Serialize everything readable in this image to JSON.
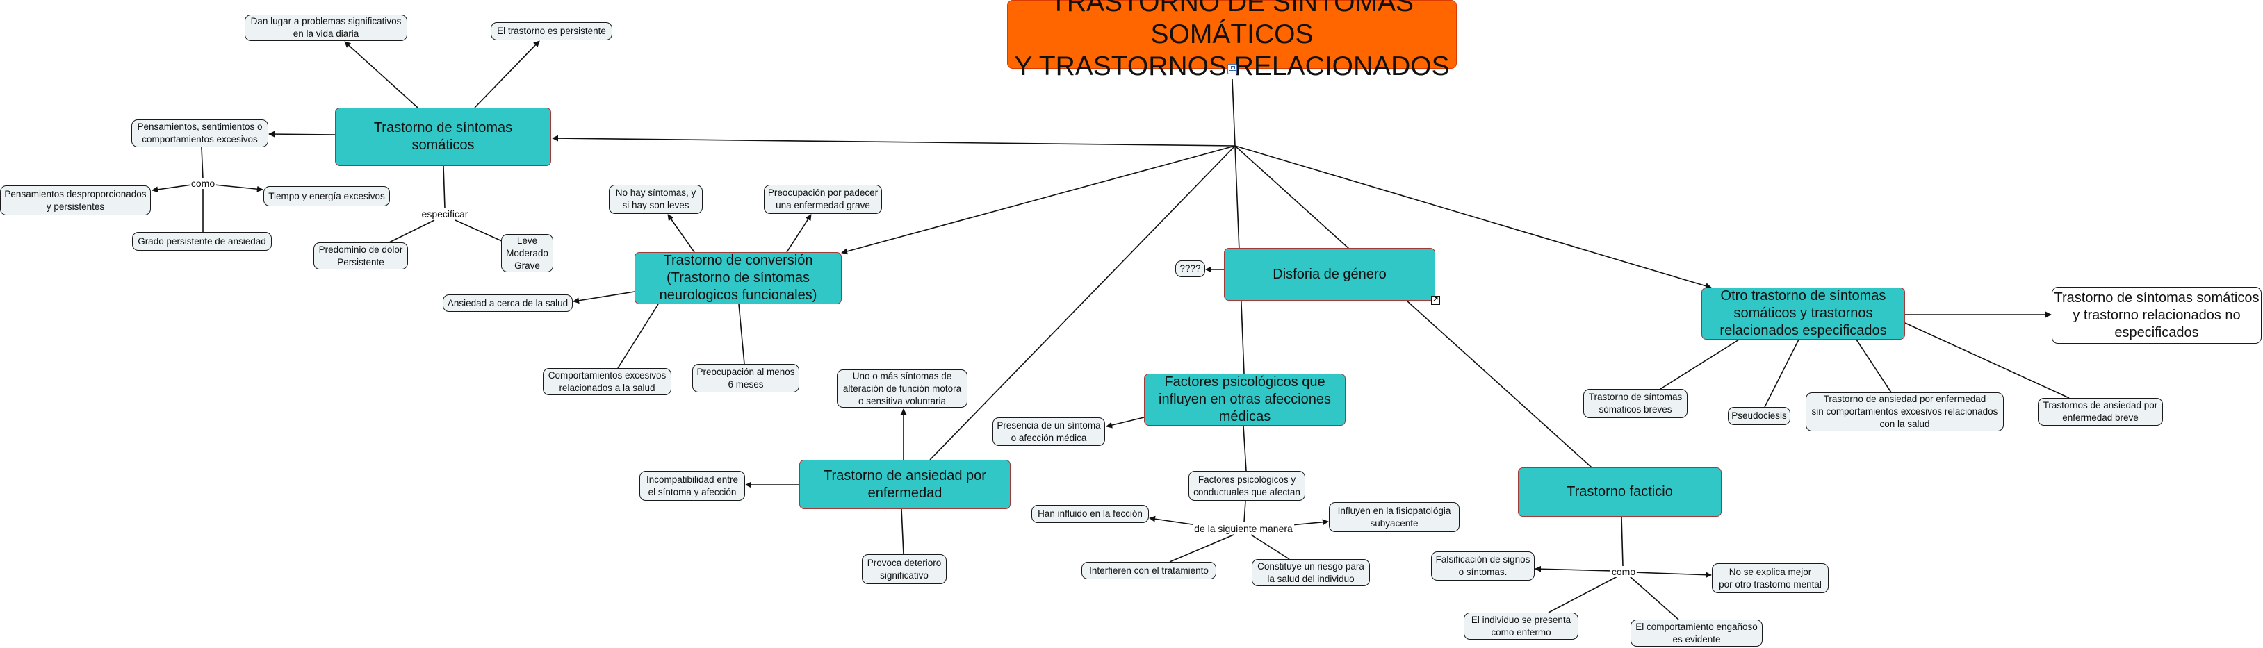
{
  "title": "TRASTORNO DE SINTOMAS SOMÁTICOS\nY TRASTORNOS RELACIONADOS",
  "link_labels": {
    "como_1": "como",
    "especificar": "especificar",
    "de_la_siguiente_manera": "de la siguiente manera",
    "como_2": "como"
  },
  "nodes": {
    "tss": "Trastorno de síntomas\nsomáticos",
    "dan_lugar": "Dan lugar a problemas significativos\nen la vida diaria",
    "persistente": "El trastorno es persistente",
    "pensamientos": "Pensamientos, sentimientos o\ncomportamientos excesivos",
    "desproporcionados": "Pensamientos desproporcionados\ny persistentes",
    "tiempo": "Tiempo y energía excesivos",
    "grado": "Grado persistente de ansiedad",
    "predominio": "Predominio de dolor\nPersistente",
    "leve": "Leve\nModerado\nGrave",
    "no_hay": "No hay síntomas, y\nsi hay son leves",
    "preocupacion_padecer": "Preocupación por padecer\nuna enfermedad grave",
    "conversion": "Trastorno de conversión\n(Trastorno de síntomas\nneurologicos funcionales)",
    "ansiedad_acerca": "Ansiedad a cerca de la salud",
    "comportamientos": "Comportamientos excesivos\nrelacionados a la salud",
    "preocupacion_6": "Preocupación al menos\n6 meses",
    "uno_o_mas": "Uno o más síntomas de\nalteración de función motora\no sensitiva voluntaria",
    "ansiedad_enfermedad": "Trastorno de ansiedad por\nenfermedad",
    "incompatibilidad": "Incompatibilidad entre\nel síntoma y afección",
    "provoca": "Provoca deterioro\nsignificativo",
    "presencia": "Presencia de un síntoma\no afección médica",
    "factores": "Factores psicológicos que\ninfluyen en otras afecciones\nmédicas",
    "factores_conductuales": "Factores psicológicos y\nconductuales que afectan",
    "han_influido": "Han influido en la fección",
    "influyen_fisio": "Influyen en la fisiopatológia\nsubyacente",
    "interfieren": "Interfieren con el tratamiento",
    "constituye": "Constituye un riesgo para\nla salud del individuo",
    "disforia": "Disforia de género",
    "interrogacion": "????",
    "facticio": "Trastorno facticio",
    "falsificacion": "Falsificación de signos\no síntomas.",
    "no_se_explica": "No se explica mejor\npor otro trastorno mental",
    "individuo": "El individuo se presenta\ncomo enfermo",
    "enganoso": "El comportamiento engañoso\nes evidente",
    "otro": "Otro trastorno de síntomas\nsomáticos y trastornos\nrelacionados especificados",
    "no_especificados": "Trastorno de síntomas somáticos\ny trastorno relacionados no\nespecificados",
    "breves": "Trastorno de síntomas\nsómaticos breves",
    "pseudociesis": "Pseudociesis",
    "ansiedad_sin": "Trastorno de ansiedad por enfermedad\nsin comportamientos excesivos relacionados\ncon la salud",
    "ansiedad_breve": "Trastornos de ansiedad por\nenfermedad breve"
  },
  "colors": {
    "main_node": "#31c7c6",
    "small_node": "#edf3f5",
    "title_node": "#ff6600"
  }
}
